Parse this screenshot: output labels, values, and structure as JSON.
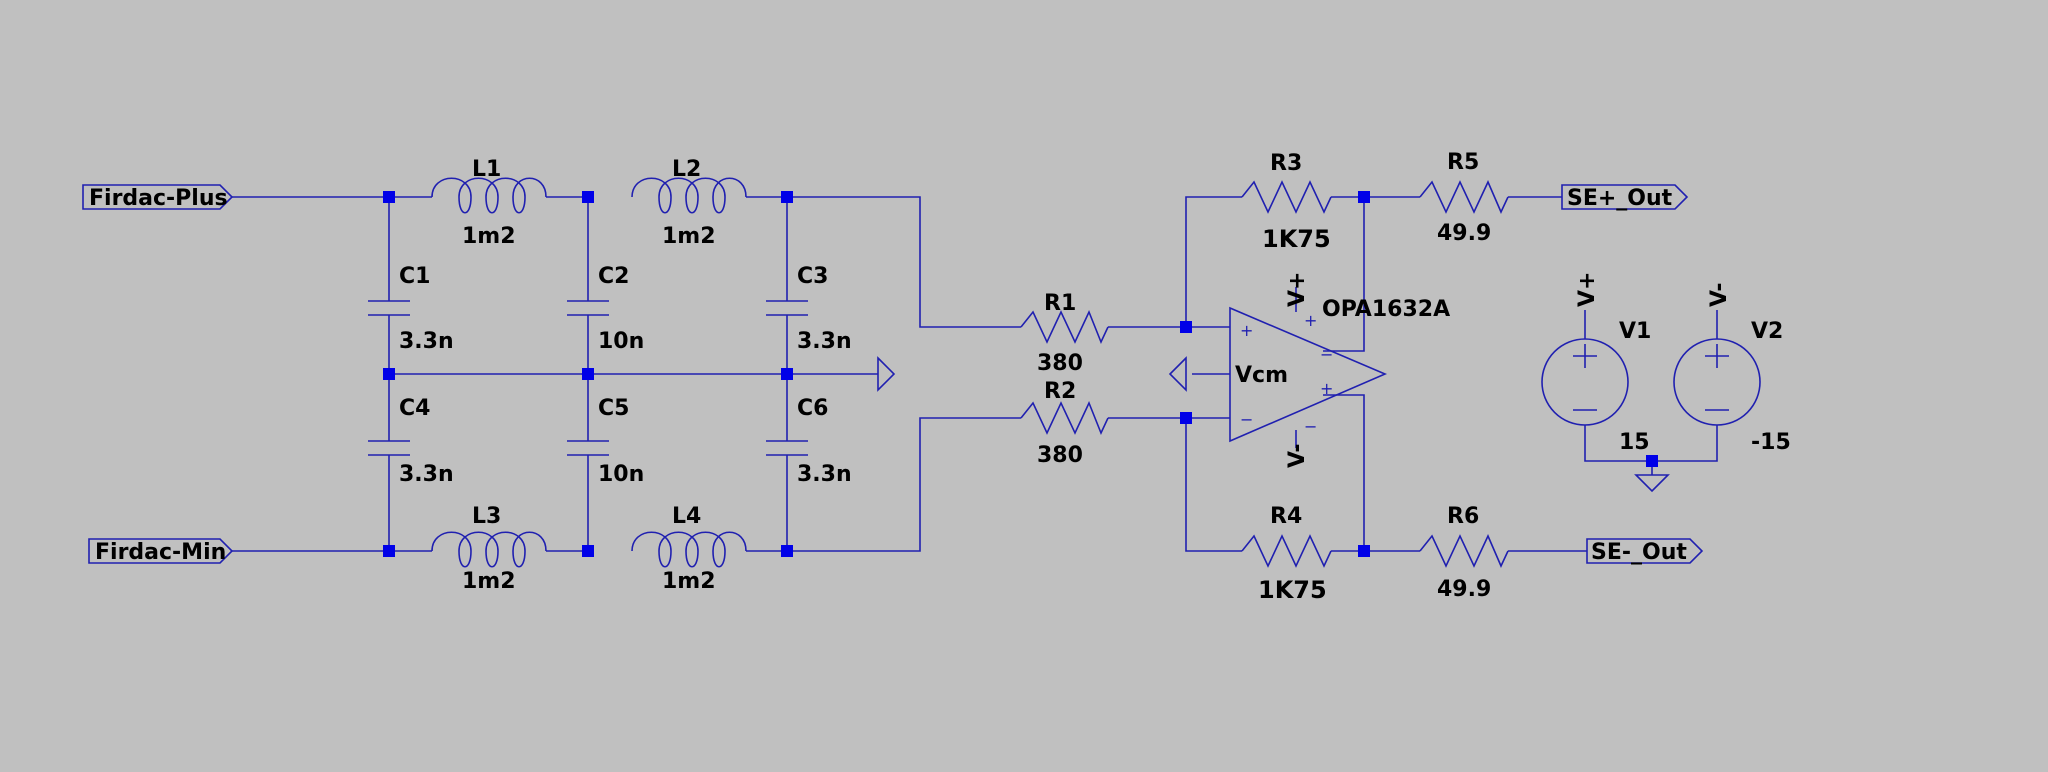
{
  "ports": {
    "firdac_plus": "Firdac-Plus",
    "firdac_min": "Firdac-Min",
    "se_plus_out": "SE+_Out",
    "se_minus_out": "SE-_Out"
  },
  "inductors": {
    "L1": {
      "ref": "L1",
      "value": "1m2"
    },
    "L2": {
      "ref": "L2",
      "value": "1m2"
    },
    "L3": {
      "ref": "L3",
      "value": "1m2"
    },
    "L4": {
      "ref": "L4",
      "value": "1m2"
    }
  },
  "capacitors": {
    "C1": {
      "ref": "C1",
      "value": "3.3n"
    },
    "C2": {
      "ref": "C2",
      "value": "10n"
    },
    "C3": {
      "ref": "C3",
      "value": "3.3n"
    },
    "C4": {
      "ref": "C4",
      "value": "3.3n"
    },
    "C5": {
      "ref": "C5",
      "value": "10n"
    },
    "C6": {
      "ref": "C6",
      "value": "3.3n"
    }
  },
  "resistors": {
    "R1": {
      "ref": "R1",
      "value": "380"
    },
    "R2": {
      "ref": "R2",
      "value": "380"
    },
    "R3": {
      "ref": "R3",
      "value": "1K75"
    },
    "R4": {
      "ref": "R4",
      "value": "1K75"
    },
    "R5": {
      "ref": "R5",
      "value": "49.9"
    },
    "R6": {
      "ref": "R6",
      "value": "49.9"
    }
  },
  "opamp": {
    "part": "OPA1632A",
    "vcm": "Vcm",
    "supply_pos": "V+",
    "supply_neg": "V-",
    "pin_plus": "+",
    "pin_minus": "−"
  },
  "sources": {
    "V1": {
      "ref": "V1",
      "value": "15",
      "net": "V+"
    },
    "V2": {
      "ref": "V2",
      "value": "-15",
      "net": "V-"
    }
  }
}
